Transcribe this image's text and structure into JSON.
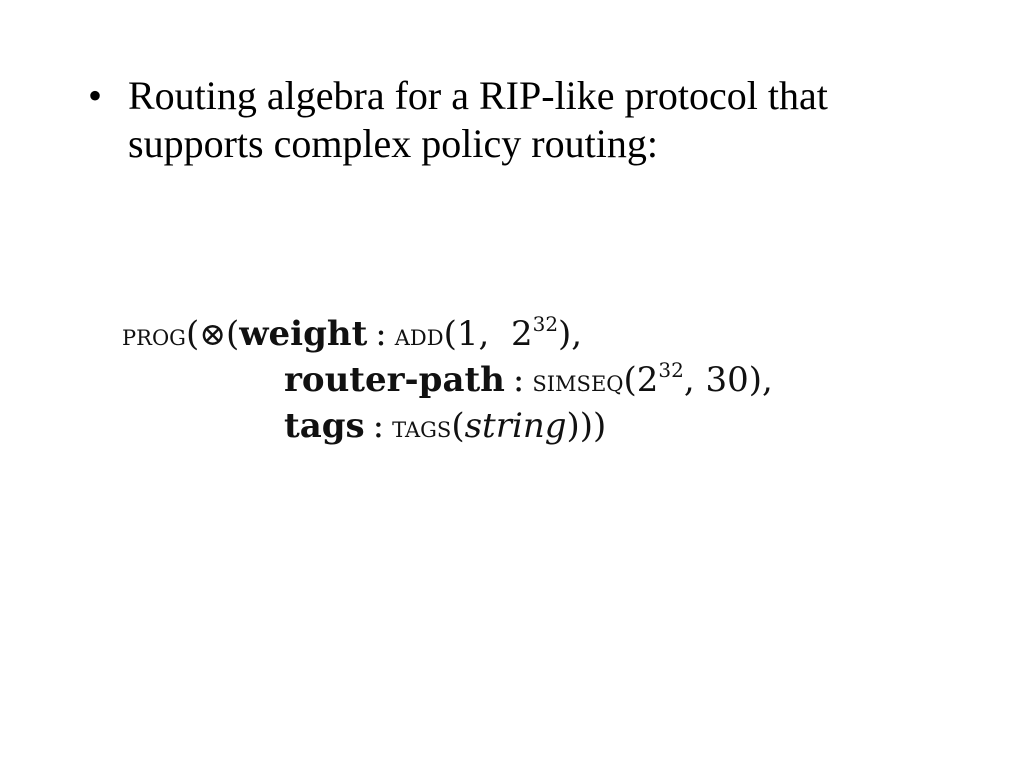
{
  "bullet": {
    "symbol": "•",
    "text": "Routing algebra for a RIP-like protocol that supports complex policy routing:"
  },
  "formula": {
    "line1": {
      "prog": "prog",
      "open1": "(",
      "otimes": "⊗",
      "open2": "(",
      "label": "weight",
      "colon": ":",
      "func": "add",
      "open3": "(",
      "arg1": "1,",
      "base": "2",
      "exp": "32",
      "close": "),"
    },
    "line2": {
      "label": "router-path",
      "colon": ":",
      "func": "simseq",
      "open": "(",
      "base": "2",
      "exp": "32",
      "arg2": ", 30),"
    },
    "line3": {
      "label": "tags",
      "colon": ":",
      "func": "tags",
      "open": "(",
      "arg": "string",
      "close": ")))"
    }
  }
}
